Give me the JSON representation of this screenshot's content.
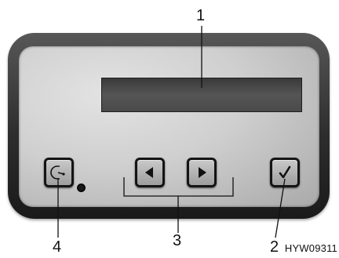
{
  "callouts": {
    "display": "1",
    "confirm": "2",
    "arrows": "3",
    "menu": "4"
  },
  "figure_code": "HYW09311",
  "icons": {
    "menu_button": "odometer-menu-icon",
    "left_button": "arrow-left-icon",
    "right_button": "arrow-right-icon",
    "confirm_button": "checkmark-icon"
  }
}
